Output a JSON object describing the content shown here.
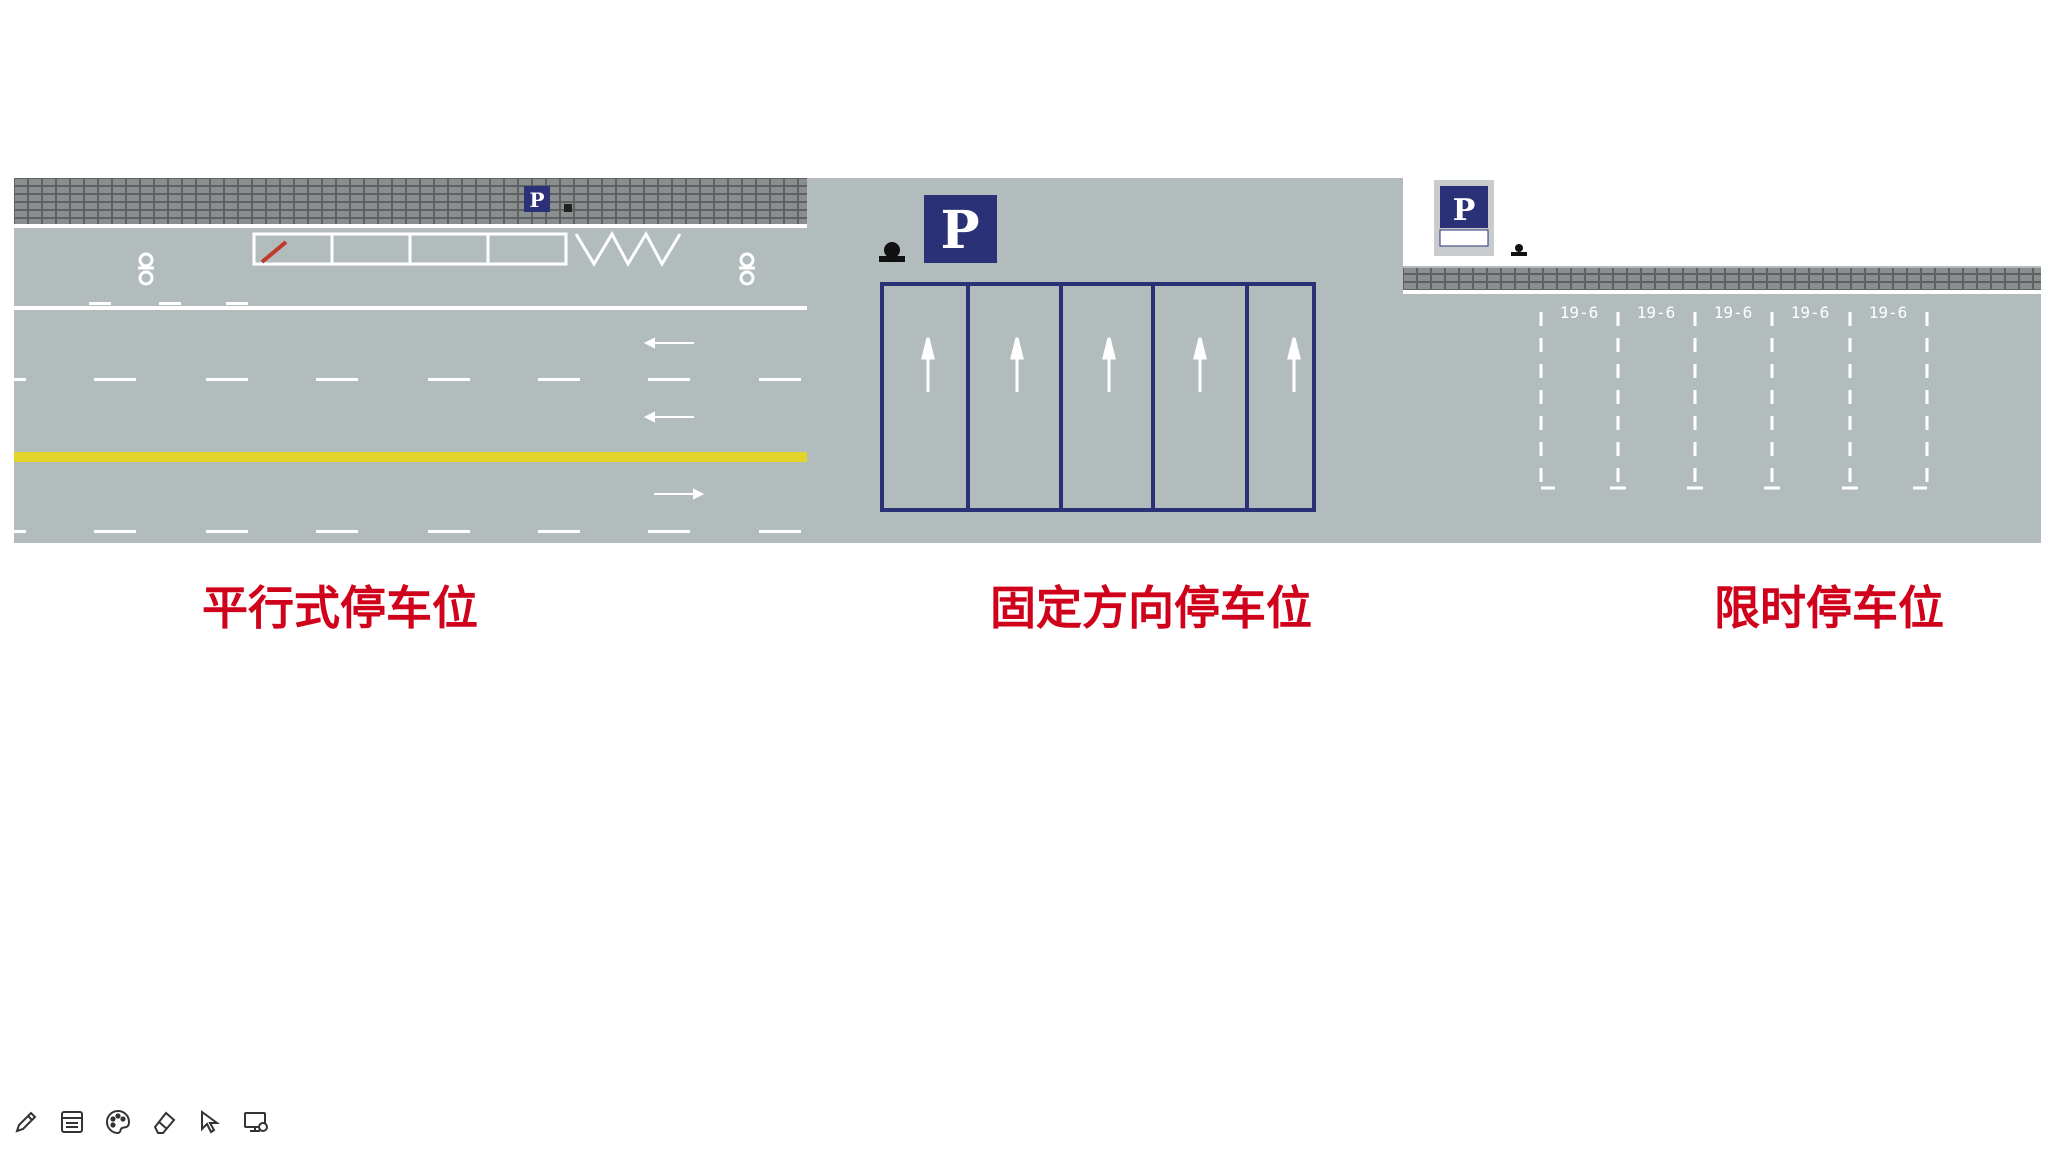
{
  "slide": {
    "panels": [
      {
        "id": "parallel",
        "caption": "平行式停车位",
        "sign_letter": "P"
      },
      {
        "id": "fixed",
        "caption": "固定方向停车位",
        "sign_letter": "P"
      },
      {
        "id": "timed",
        "caption": "限时停车位",
        "sign_letter": "P",
        "time_marks": [
          "19-6",
          "19-6",
          "19-6",
          "19-6",
          "19-6"
        ]
      }
    ]
  },
  "toolbar": {
    "tools": [
      {
        "icon": "pen-icon"
      },
      {
        "icon": "layout-icon"
      },
      {
        "icon": "palette-icon"
      },
      {
        "icon": "eraser-icon"
      },
      {
        "icon": "pointer-icon"
      },
      {
        "icon": "screen-icon"
      }
    ]
  },
  "colors": {
    "road": "#b3bcbc",
    "sidewalk": "#6f7273",
    "sign_blue": "#2a3177",
    "bay_line": "#2a3177",
    "yellow_line": "#e3d42a",
    "caption_red": "#d0021b",
    "marking_white": "#ffffff"
  }
}
